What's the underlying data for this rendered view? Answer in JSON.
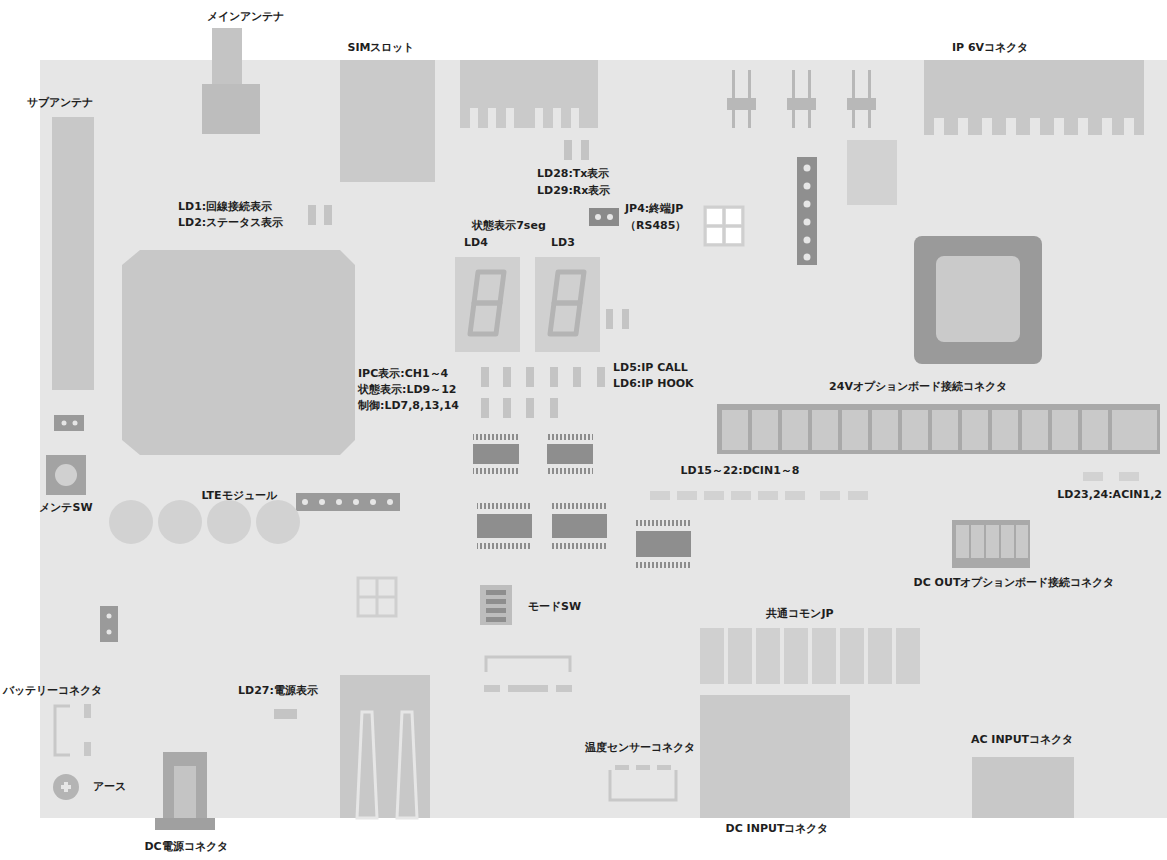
{
  "diagram": {
    "labels": [
      "メインアンテナ",
      "SIMスロット",
      "IP 6Vコネクタ",
      "サブアンテナ",
      "LD28:Tx表示",
      "LD29:Rx表示",
      "LD1:回線接続表示",
      "LD2:ステータス表示",
      "JP4:終端JP",
      "（RS485）",
      "状態表示7seg",
      "LD4",
      "LD3",
      "IPC表示:CH1～4",
      "状態表示:LD9～12",
      "制御:LD7,8,13,14",
      "LD5:IP CALL",
      "LD6:IP HOOK",
      "24Vオプションボード接続コネクタ",
      "LD15～22:DCIN1～8",
      "LD23,24:ACIN1,2",
      "メンテSW",
      "LTEモジュール",
      "DC OUTオプションボード接続コネクタ",
      "モードSW",
      "共通コモンJP",
      "バッテリーコネクタ",
      "LD27:電源表示",
      "温度センサーコネクタ",
      "AC INPUTコネクタ",
      "アース",
      "DC INPUTコネクタ",
      "DC電源コネクタ"
    ]
  }
}
